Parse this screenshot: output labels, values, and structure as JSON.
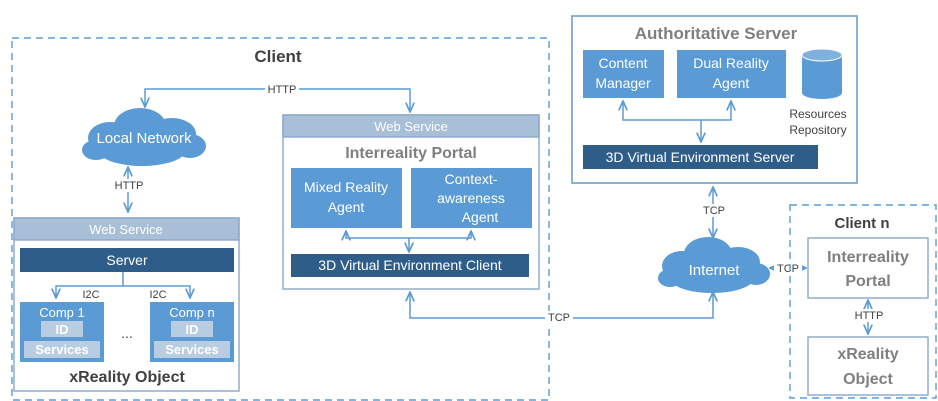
{
  "client": {
    "title": "Client",
    "http_top": "HTTP",
    "local_network": "Local Network",
    "http_left": "HTTP",
    "tcp_bottom": "TCP",
    "web_service_left": {
      "header": "Web Service",
      "server": "Server",
      "i2c_1": "I2C",
      "i2c_2": "I2C",
      "comp1": {
        "name": "Comp 1",
        "id": "ID",
        "services": "Services"
      },
      "ellipsis": "...",
      "compn": {
        "name": "Comp n",
        "id": "ID",
        "services": "Services"
      },
      "footer": "xReality Object"
    },
    "web_service_portal": {
      "header": "Web Service",
      "title": "Interreality Portal",
      "mixed_reality_line1": "Mixed Reality",
      "mixed_reality_line2": "Agent",
      "context_line1": "Context-",
      "context_line2": "awareness",
      "context_line3": "Agent",
      "env_client": "3D Virtual Environment Client"
    }
  },
  "authoritative": {
    "title": "Authoritative Server",
    "content_line1": "Content",
    "content_line2": "Manager",
    "dual_line1": "Dual Reality",
    "dual_line2": "Agent",
    "resources_line1": "Resources",
    "resources_line2": "Repository",
    "env_server": "3D Virtual Environment Server",
    "tcp": "TCP"
  },
  "internet": {
    "label": "Internet",
    "tcp_right": "TCP"
  },
  "client_n": {
    "title": "Client n",
    "portal_line1": "Interreality",
    "portal_line2": "Portal",
    "http": "HTTP",
    "xr_line1": "xReality",
    "xr_line2": "Object"
  },
  "colors": {
    "accent": "#5b9bd5",
    "dark": "#2e5d8a",
    "panel_header": "#a9bfd8",
    "light_box": "#b8cde2",
    "frame": "#6c9fcd"
  }
}
